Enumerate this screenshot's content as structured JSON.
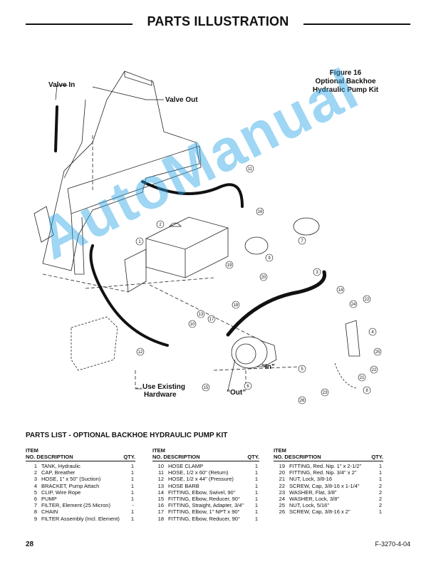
{
  "header": {
    "title": "PARTS ILLUSTRATION"
  },
  "figure": {
    "caption_line1": "Figure 16",
    "caption_line2": "Optional Backhoe",
    "caption_line3": "Hydraulic Pump Kit",
    "callouts": {
      "valve_in": "Valve In",
      "valve_out": "Valve Out",
      "use_existing_1": "Use Existing",
      "use_existing_2": "Hardware",
      "in": "“In”",
      "out": "“Out”"
    },
    "balloons": [
      "1",
      "2",
      "3",
      "4",
      "5",
      "6",
      "7",
      "8",
      "9",
      "10",
      "11",
      "12",
      "13",
      "14",
      "15",
      "16",
      "17",
      "18",
      "19",
      "20",
      "21",
      "22",
      "23",
      "24",
      "25",
      "26"
    ]
  },
  "watermark": "AutoManual",
  "parts_list": {
    "title": "PARTS LIST - OPTIONAL BACKHOE HYDRAULIC PUMP KIT",
    "header_item": "ITEM",
    "header_no_desc": "NO.  DESCRIPTION",
    "header_qty": "QTY.",
    "columns": [
      [
        {
          "no": "1",
          "desc": "TANK, Hydraulic",
          "qty": "1"
        },
        {
          "no": "2",
          "desc": "CAP, Breather",
          "qty": "1"
        },
        {
          "no": "3",
          "desc": "HOSE, 1\" x 50\" (Suction)",
          "qty": "1"
        },
        {
          "no": "4",
          "desc": "BRACKET, Pump Attach",
          "qty": "1"
        },
        {
          "no": "5",
          "desc": "CLIP, Wire Rope",
          "qty": "1"
        },
        {
          "no": "6",
          "desc": "PUMP",
          "qty": "1"
        },
        {
          "no": "7",
          "desc": "FILTER, Element (25 Micron)",
          "qty": "-"
        },
        {
          "no": "8",
          "desc": "CHAIN",
          "qty": "1"
        },
        {
          "no": "9",
          "desc": "FILTER Assembly (Incl. Element)",
          "qty": "1"
        }
      ],
      [
        {
          "no": "10",
          "desc": "HOSE CLAMP",
          "qty": "1"
        },
        {
          "no": "11",
          "desc": "HOSE, 1/2 x 60\" (Return)",
          "qty": "1"
        },
        {
          "no": "12",
          "desc": "HOSE, 1/2 x 44\" (Pressure)",
          "qty": "1"
        },
        {
          "no": "13",
          "desc": "HOSE BARB",
          "qty": "1"
        },
        {
          "no": "14",
          "desc": "FITTING, Elbow, Swivel, 90°",
          "qty": "1"
        },
        {
          "no": "15",
          "desc": "FITTING, Elbow, Reducer, 90°",
          "qty": "1"
        },
        {
          "no": "16",
          "desc": "FITTING, Straight, Adapter, 3/4\"",
          "qty": "1"
        },
        {
          "no": "17",
          "desc": "FITTING, Elbow, 1\" NPT x 90°",
          "qty": "1"
        },
        {
          "no": "18",
          "desc": "FITTING, Elbow, Reducer, 90°",
          "qty": "1"
        }
      ],
      [
        {
          "no": "19",
          "desc": "FITTING, Red. Nip. 1\" x 2-1/2\"",
          "qty": "1"
        },
        {
          "no": "20",
          "desc": "FITTING, Red. Nip. 3/4\" x 2\"",
          "qty": "1"
        },
        {
          "no": "21",
          "desc": "NUT, Lock, 3/8-16",
          "qty": "1"
        },
        {
          "no": "22",
          "desc": "SCREW, Cap, 3/8-16 x 1-1/4\"",
          "qty": "2"
        },
        {
          "no": "23",
          "desc": "WASHER, Flat, 3/8\"",
          "qty": "2"
        },
        {
          "no": "24",
          "desc": "WASHER, Lock, 3/8\"",
          "qty": "2"
        },
        {
          "no": "25",
          "desc": "NUT, Lock, 5/16\"",
          "qty": "2"
        },
        {
          "no": "26",
          "desc": "SCREW, Cap, 3/8-16 x 2\"",
          "qty": "1"
        }
      ]
    ]
  },
  "footer": {
    "page": "28",
    "code": "F-3270-4-04"
  }
}
